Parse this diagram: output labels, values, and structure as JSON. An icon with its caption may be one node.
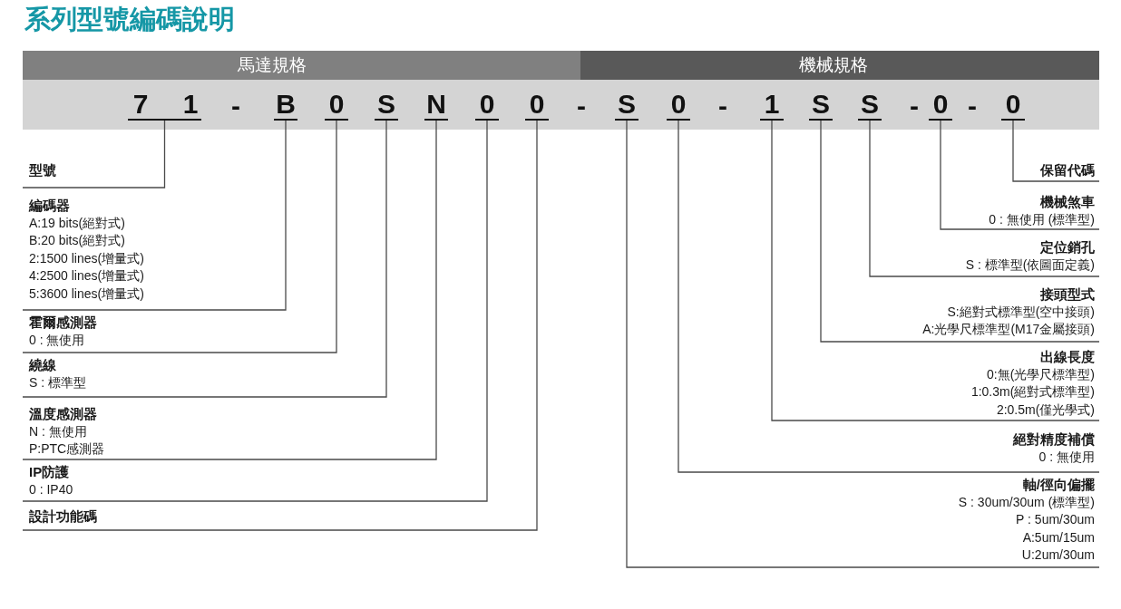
{
  "diagram": {
    "title": "系列型號編碼說明",
    "nodes": [
      {
        "text": [
          "馬達規格"
        ]
      },
      {
        "text": [
          "機械規格"
        ]
      },
      {
        "text": [],
        "shape": "bar"
      },
      {
        "text": [
          "7",
          "1"
        ],
        "in": 2
      },
      {
        "text": [
          "B"
        ],
        "in": 2
      },
      {
        "text": [
          "0"
        ],
        "in": 2
      },
      {
        "text": [
          "S"
        ],
        "in": 2
      },
      {
        "text": [
          "N"
        ],
        "in": 2
      },
      {
        "text": [
          "0"
        ],
        "in": 2
      },
      {
        "text": [
          "0"
        ],
        "in": 2
      },
      {
        "text": [
          "S"
        ],
        "in": 2
      },
      {
        "text": [
          "0"
        ],
        "in": 2
      },
      {
        "text": [
          "1"
        ],
        "in": 2
      },
      {
        "text": [
          "S"
        ],
        "in": 2
      },
      {
        "text": [
          "S"
        ],
        "in": 2
      },
      {
        "text": [
          "0"
        ],
        "in": 2
      },
      {
        "text": [
          "0"
        ],
        "in": 2
      },
      {
        "text": [
          "型號"
        ]
      },
      {
        "text": [
          "編碼器",
          "A:19 bits(絕對式)",
          "B:20 bits(絕對式)",
          "2:1500 lines(增量式)",
          "4:2500 lines(增量式)",
          "5:3600 lines(增量式)"
        ]
      },
      {
        "text": [
          "霍爾感測器",
          "0 : 無使用"
        ]
      },
      {
        "text": [
          "繞線",
          "S : 標準型"
        ]
      },
      {
        "text": [
          "溫度感測器",
          "N : 無使用",
          "P:PTC感測器"
        ]
      },
      {
        "text": [
          "IP防護",
          "0 : IP40"
        ]
      },
      {
        "text": [
          "設計功能碼"
        ]
      },
      {
        "text": [
          "保留代碼"
        ]
      },
      {
        "text": [
          "機械煞車",
          "0 : 無使用 (標準型)"
        ]
      },
      {
        "text": [
          "定位銷孔",
          "S : 標準型(依圖面定義)"
        ]
      },
      {
        "text": [
          "接頭型式",
          "S:絕對式標準型(空中接頭)",
          "A:光學尺標準型(M17金屬接頭)"
        ]
      },
      {
        "text": [
          "出線長度",
          "0:無(光學尺標準型)",
          "1:0.3m(絕對式標準型)",
          "2:0.5m(僅光學式)"
        ]
      },
      {
        "text": [
          "絕對精度補償",
          "0 : 無使用"
        ]
      },
      {
        "text": [
          "軸/徑向偏擺",
          "S : 30um/30um (標準型)",
          "P : 5um/30um",
          "A:5um/15um",
          "U:2um/30um"
        ]
      }
    ],
    "edges": [
      {
        "from": 3,
        "to": 17,
        "arrow": "none"
      },
      {
        "from": 4,
        "to": 18,
        "arrow": "none"
      },
      {
        "from": 5,
        "to": 19,
        "arrow": "none"
      },
      {
        "from": 6,
        "to": 20,
        "arrow": "none"
      },
      {
        "from": 7,
        "to": 21,
        "arrow": "none"
      },
      {
        "from": 8,
        "to": 22,
        "arrow": "none"
      },
      {
        "from": 9,
        "to": 23,
        "arrow": "none"
      },
      {
        "from": 10,
        "to": 30,
        "arrow": "none"
      },
      {
        "from": 11,
        "to": 29,
        "arrow": "none"
      },
      {
        "from": 12,
        "to": 28,
        "arrow": "none"
      },
      {
        "from": 13,
        "to": 27,
        "arrow": "none"
      },
      {
        "from": 14,
        "to": 26,
        "arrow": "none"
      },
      {
        "from": 15,
        "to": 25,
        "arrow": "none"
      },
      {
        "from": 16,
        "to": 24,
        "arrow": "none"
      }
    ],
    "labels": [
      "-",
      "-",
      "-",
      "-",
      "-"
    ]
  }
}
